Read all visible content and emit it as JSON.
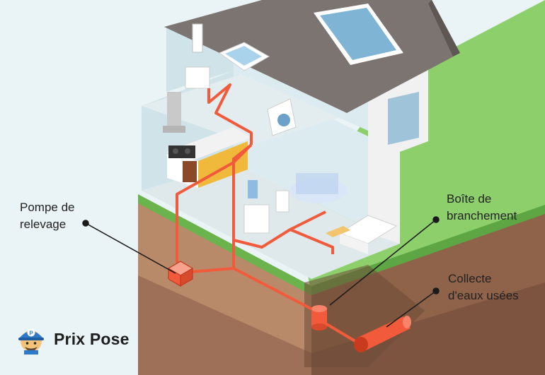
{
  "labels": {
    "pompe_line1": "Pompe de",
    "pompe_line2": "relevage",
    "boite_line1": "Boîte de",
    "boite_line2": "branchement",
    "collecte_line1": "Collecte",
    "collecte_line2": "d'eaux usées"
  },
  "brand": {
    "name": "Prix Pose",
    "badge_letter": "P"
  },
  "colors": {
    "pipe": "#f15a3a",
    "lawn": "#8dcf6b",
    "sky": "#eaf4f6",
    "soil": "#a87a5e",
    "roof": "#7b7470"
  }
}
